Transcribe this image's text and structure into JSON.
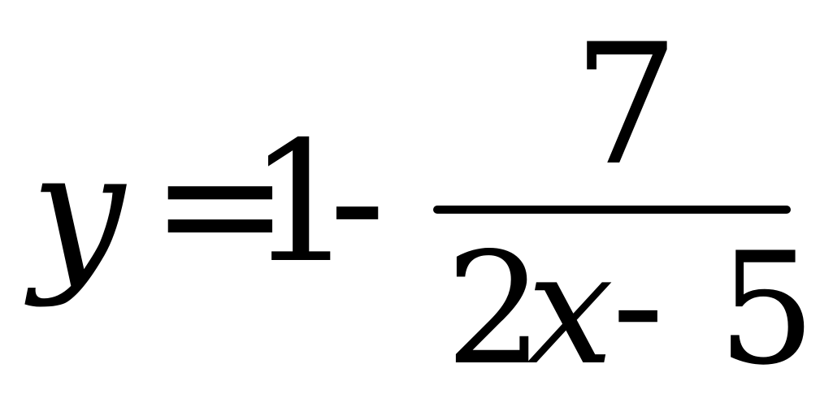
{
  "equation": {
    "lhs_variable": "y",
    "equals_sign": "=",
    "constant": "1",
    "minus_sign": "-",
    "fraction": {
      "numerator": "7",
      "denominator": {
        "coefficient": "2",
        "variable": "x",
        "minus_sign": "-",
        "constant": "5"
      }
    }
  }
}
